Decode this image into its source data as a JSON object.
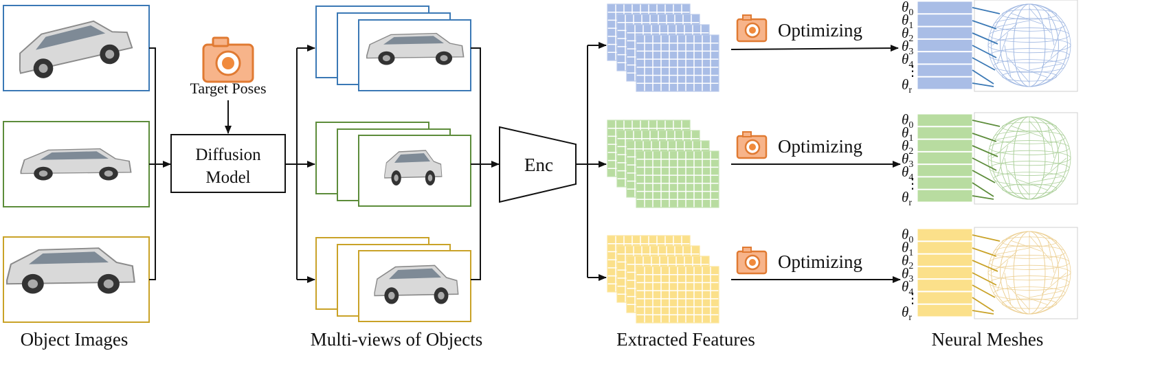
{
  "labels": {
    "object_images": "Object Images",
    "multiviews": "Multi-views of Objects",
    "extracted_features": "Extracted Features",
    "neural_meshes": "Neural Meshes",
    "target_poses": "Target Poses",
    "diffusion_model_line1": "Diffusion",
    "diffusion_model_line2": "Model",
    "encoder": "Enc",
    "optimizing": "Optimizing"
  },
  "theta": {
    "t0_base": "θ",
    "t0_sub": "0",
    "t1_base": "θ",
    "t1_sub": "1",
    "t2_base": "θ",
    "t2_sub": "2",
    "t3_base": "θ",
    "t3_sub": "3",
    "t4_base": "θ",
    "t4_sub": "4",
    "dots": "⋮",
    "tr_base": "θ",
    "tr_sub": "r"
  },
  "rows": [
    {
      "id": "blue",
      "border": "#3a78b5",
      "fill": "#a9bde6",
      "grid": "#ffffff",
      "mesh": "#7f9fd8"
    },
    {
      "id": "green",
      "border": "#5c8c3a",
      "fill": "#b8dca0",
      "grid": "#ffffff",
      "mesh": "#8fbf78"
    },
    {
      "id": "yellow",
      "border": "#c9a227",
      "fill": "#fbe08a",
      "grid": "#ffffff",
      "mesh": "#e6c070"
    }
  ],
  "icons": {
    "camera": "camera-icon",
    "camera_color": "#f08a3c",
    "camera_fill": "#f7b48a"
  }
}
